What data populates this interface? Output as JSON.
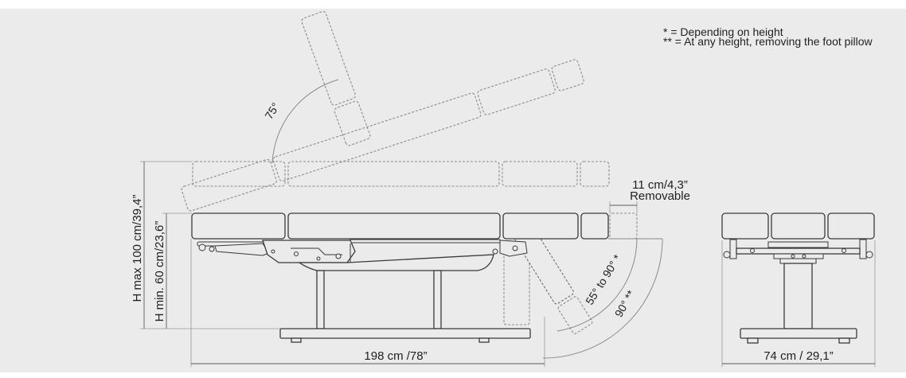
{
  "legend": {
    "note_single": "* = Depending on height",
    "note_double": "** = At any height, removing the foot pillow"
  },
  "side_view": {
    "backrest_angle": "75°",
    "removable_length": "11 cm/4,3”",
    "removable_label": "Removable",
    "height_max": "H max 100 cm/39,4”",
    "height_min": "H min. 60 cm/23,6”",
    "leg_rest_angle": "55° to 90° *",
    "foot_angle": "90° **",
    "length": "198 cm /78”"
  },
  "front_view": {
    "width": "74 cm / 29,1”"
  },
  "colors": {
    "page": "#ffffff",
    "background": "#ebebeb",
    "outline": "#3a3a3a",
    "dashed": "#8c8c8c",
    "dimension": "#5a5a5a",
    "text": "#1f1f1f"
  }
}
